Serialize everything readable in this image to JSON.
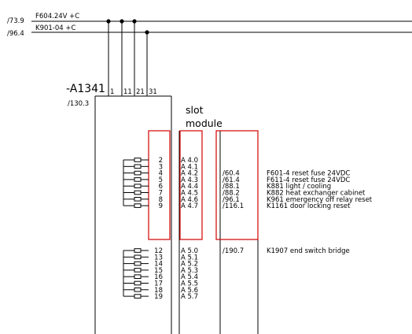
{
  "buses": [
    {
      "ref": "/73.9",
      "label": "F604.24V +C"
    },
    {
      "ref": "/96.4",
      "label": "K901-04 +C"
    }
  ],
  "module": {
    "name": "-A1341",
    "ref": "/130.3",
    "pins": [
      "1",
      "11",
      "21",
      "31"
    ],
    "slot_label_line1": "slot",
    "slot_label_line2": "module"
  },
  "rows": [
    {
      "num": "2",
      "addr": "A 4.0",
      "xref": "",
      "desc": ""
    },
    {
      "num": "3",
      "addr": "A 4.1",
      "xref": "",
      "desc": ""
    },
    {
      "num": "4",
      "addr": "A 4.2",
      "xref": "/60.4",
      "desc": "F601-4 reset fuse 24VDC"
    },
    {
      "num": "5",
      "addr": "A 4.3",
      "xref": "/61.4",
      "desc": "F611-4 reset fuse 24VDC"
    },
    {
      "num": "6",
      "addr": "A 4.4",
      "xref": "/88.1",
      "desc": "K881 light / cooling"
    },
    {
      "num": "7",
      "addr": "A 4.5",
      "xref": "/88.2",
      "desc": "K882 heat exchanger cabinet"
    },
    {
      "num": "8",
      "addr": "A 4.6",
      "xref": "/96.1",
      "desc": "K961 emergency off relay reset"
    },
    {
      "num": "9",
      "addr": "A 4.7",
      "xref": "/116.1",
      "desc": "K1161 door locking reset"
    },
    {
      "num": "12",
      "addr": "A 5.0",
      "xref": "/190.7",
      "desc": "K1907 end switch bridge"
    },
    {
      "num": "13",
      "addr": "A 5.1",
      "xref": "",
      "desc": ""
    },
    {
      "num": "14",
      "addr": "A 5.2",
      "xref": "",
      "desc": ""
    },
    {
      "num": "15",
      "addr": "A 5.3",
      "xref": "",
      "desc": ""
    },
    {
      "num": "16",
      "addr": "A 5.4",
      "xref": "",
      "desc": ""
    },
    {
      "num": "17",
      "addr": "A 5.5",
      "xref": "",
      "desc": ""
    },
    {
      "num": "18",
      "addr": "A 5.6",
      "xref": "",
      "desc": ""
    },
    {
      "num": "19",
      "addr": "A 5.7",
      "xref": "",
      "desc": ""
    }
  ]
}
